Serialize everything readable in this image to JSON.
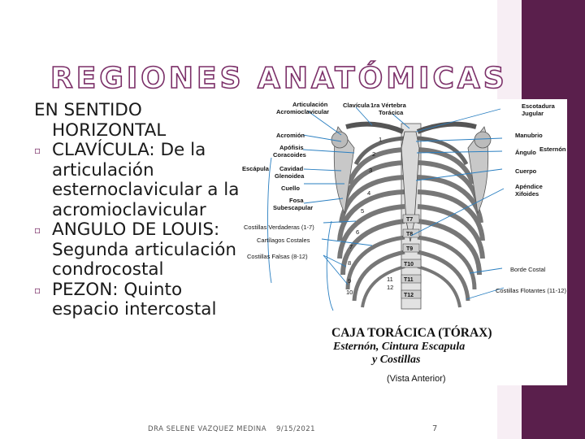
{
  "slide": {
    "title": "REGIONES ANATÓMICAS",
    "heading_line1": "EN SENTIDO",
    "heading_line2": "HORIZONTAL",
    "bullet_symbol": "▫",
    "bullets": [
      "CLAVÍCULA: De la articulación esternoclavicular a la acromioclavicular",
      "ANGULO DE LOUIS: Segunda articulación condrocostal",
      "PEZON: Quinto espacio intercostal"
    ]
  },
  "figure": {
    "labels": {
      "art_acromioclavicular_1": "Articulación",
      "art_acromioclavicular_2": "Acromioclavicular",
      "clavicula": "Clavícula",
      "vertebra_1": "1ra Vértebra",
      "vertebra_2": "Torácica",
      "escotadura_1": "Escotadura",
      "escotadura_2": "Jugular",
      "acromion": "Acromión",
      "apofisis_1": "Apófisis",
      "apofisis_2": "Coracoides",
      "escapula": "Escápula",
      "cavidad_1": "Cavidad",
      "cavidad_2": "Glenoidea",
      "cuello": "Cuello",
      "fosa_1": "Fosa",
      "fosa_2": "Subescapular",
      "manubrio": "Manubrio",
      "angulo": "Ángulo",
      "esternon": "Esternón",
      "cuerpo": "Cuerpo",
      "apendice_1": "Apéndice",
      "apendice_2": "Xifoides",
      "costillas_verdaderas": "Costillas Verdaderas (1-7)",
      "cartilagos": "Cartílagos Costales",
      "costillas_falsas": "Costillas Falsas (8-12)",
      "borde_costal": "Borde Costal",
      "costillas_flotantes": "Costillas Flotantes (11-12)"
    },
    "vertebrae": [
      "T7",
      "T8",
      "T9",
      "T10",
      "T11",
      "T12"
    ],
    "rib_numbers": [
      "1",
      "2",
      "3",
      "4",
      "5",
      "6",
      "7",
      "8",
      "9",
      "10",
      "11",
      "12"
    ],
    "caption_line1": "CAJA TORÁCICA (TÓRAX)",
    "caption_line2": "Esternón, Cintura Escapula",
    "caption_line3": "y Costillas",
    "caption_line4": "(Vista Anterior)"
  },
  "footer": {
    "author": "DRA SELENE VAZQUEZ MEDINA",
    "date": "9/15/2021",
    "page": "7"
  },
  "colors": {
    "accent": "#7b2f68",
    "sidebar_dark": "#5a1f4c",
    "label_lines": "#2a7fc1"
  }
}
